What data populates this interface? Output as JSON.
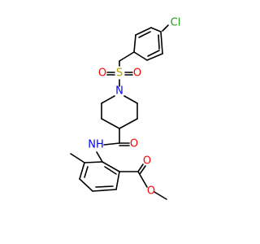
{
  "molecule": {
    "atoms": {
      "cl": "Cl",
      "s": "S",
      "o_sulfonyl_left": "O",
      "o_sulfonyl_right": "O",
      "n_piperidine": "N",
      "o_amide": "O",
      "nh": "NH",
      "o_ester_carbonyl": "O",
      "o_ester": "O"
    },
    "colors": {
      "bond": "#000000",
      "chlorine": "#1fa01f",
      "sulfur": "#b5a000",
      "oxygen": "#ff0000",
      "nitrogen": "#0000ff"
    }
  }
}
